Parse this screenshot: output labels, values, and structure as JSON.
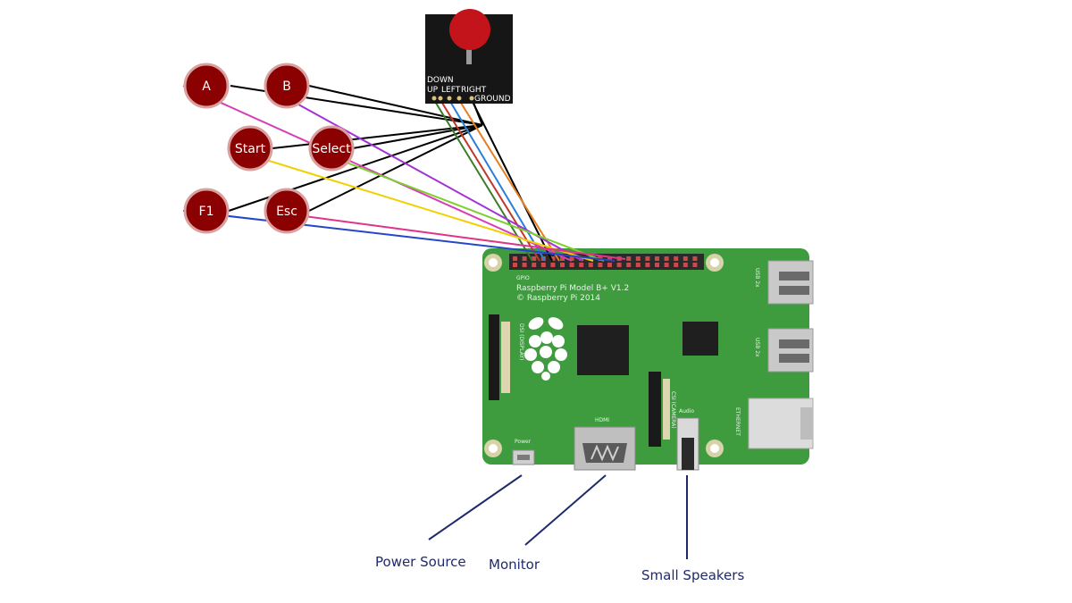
{
  "joystick": {
    "labels": {
      "down": "DOWN",
      "up": "UP",
      "left": "LEFT",
      "right": "RIGHT",
      "ground": "GROUND"
    }
  },
  "buttons": [
    {
      "id": "a",
      "label": "A"
    },
    {
      "id": "b",
      "label": "B"
    },
    {
      "id": "start",
      "label": "Start"
    },
    {
      "id": "select",
      "label": "Select"
    },
    {
      "id": "f1",
      "label": "F1"
    },
    {
      "id": "esc",
      "label": "Esc"
    }
  ],
  "board": {
    "gpio_label": "GPIO",
    "model": "Raspberry Pi Model B+ V1.2",
    "copyright": "© Raspberry Pi 2014",
    "dsi_label": "DSI (DISPLAY)",
    "csi_label": "CSI (CAMERA)",
    "hdmi_label": "HDMI",
    "power_label": "Power",
    "audio_label": "Audio",
    "usb1_label": "USB 2x",
    "usb2_label": "USB 2x",
    "ethernet_label": "ETHERNET"
  },
  "callouts": {
    "power": "Power Source",
    "monitor": "Monitor",
    "speakers": "Small Speakers"
  },
  "colors": {
    "button_fill": "#8b0000",
    "board_green": "#3e9b3e",
    "callout_line": "#1f2a6e"
  }
}
